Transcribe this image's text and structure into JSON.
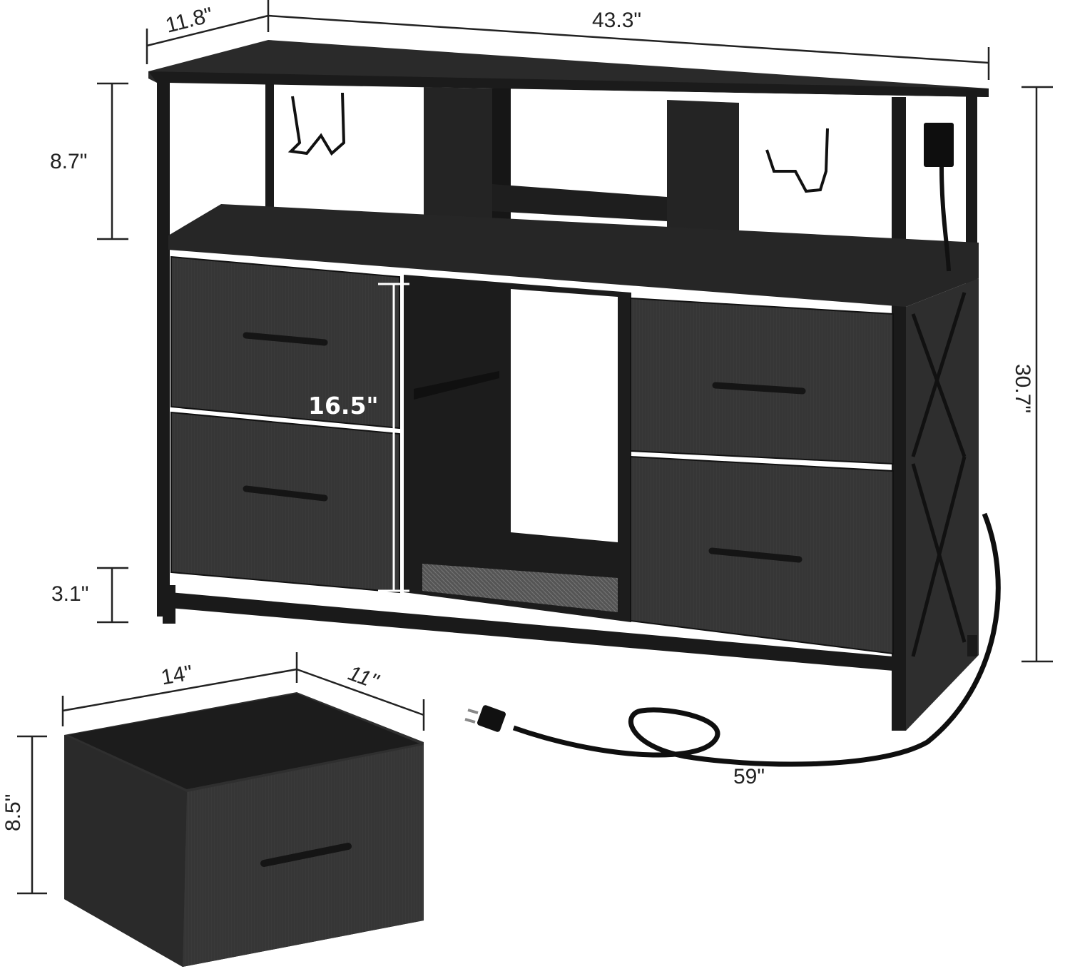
{
  "product": {
    "type": "dresser-tv-stand-with-fabric-drawers-and-power-outlet",
    "color": "#1f1f1f",
    "drawer_fabric_color": "#333333",
    "frame_color": "#111111"
  },
  "dimensions": {
    "depth": "11.8\"",
    "width": "43.3\"",
    "top_shelf_height": "8.7\"",
    "total_height": "30.7\"",
    "drawer_stack_height": "16.5\"",
    "leg_clearance": "3.1\"",
    "power_cord_length": "59\"",
    "drawer_width": "14\"",
    "drawer_depth": "11\"",
    "drawer_height": "8.5\""
  },
  "features": {
    "hooks": 2,
    "drawers": 4,
    "power_strip": "power-outlet-icon",
    "plug": "plug-icon"
  }
}
